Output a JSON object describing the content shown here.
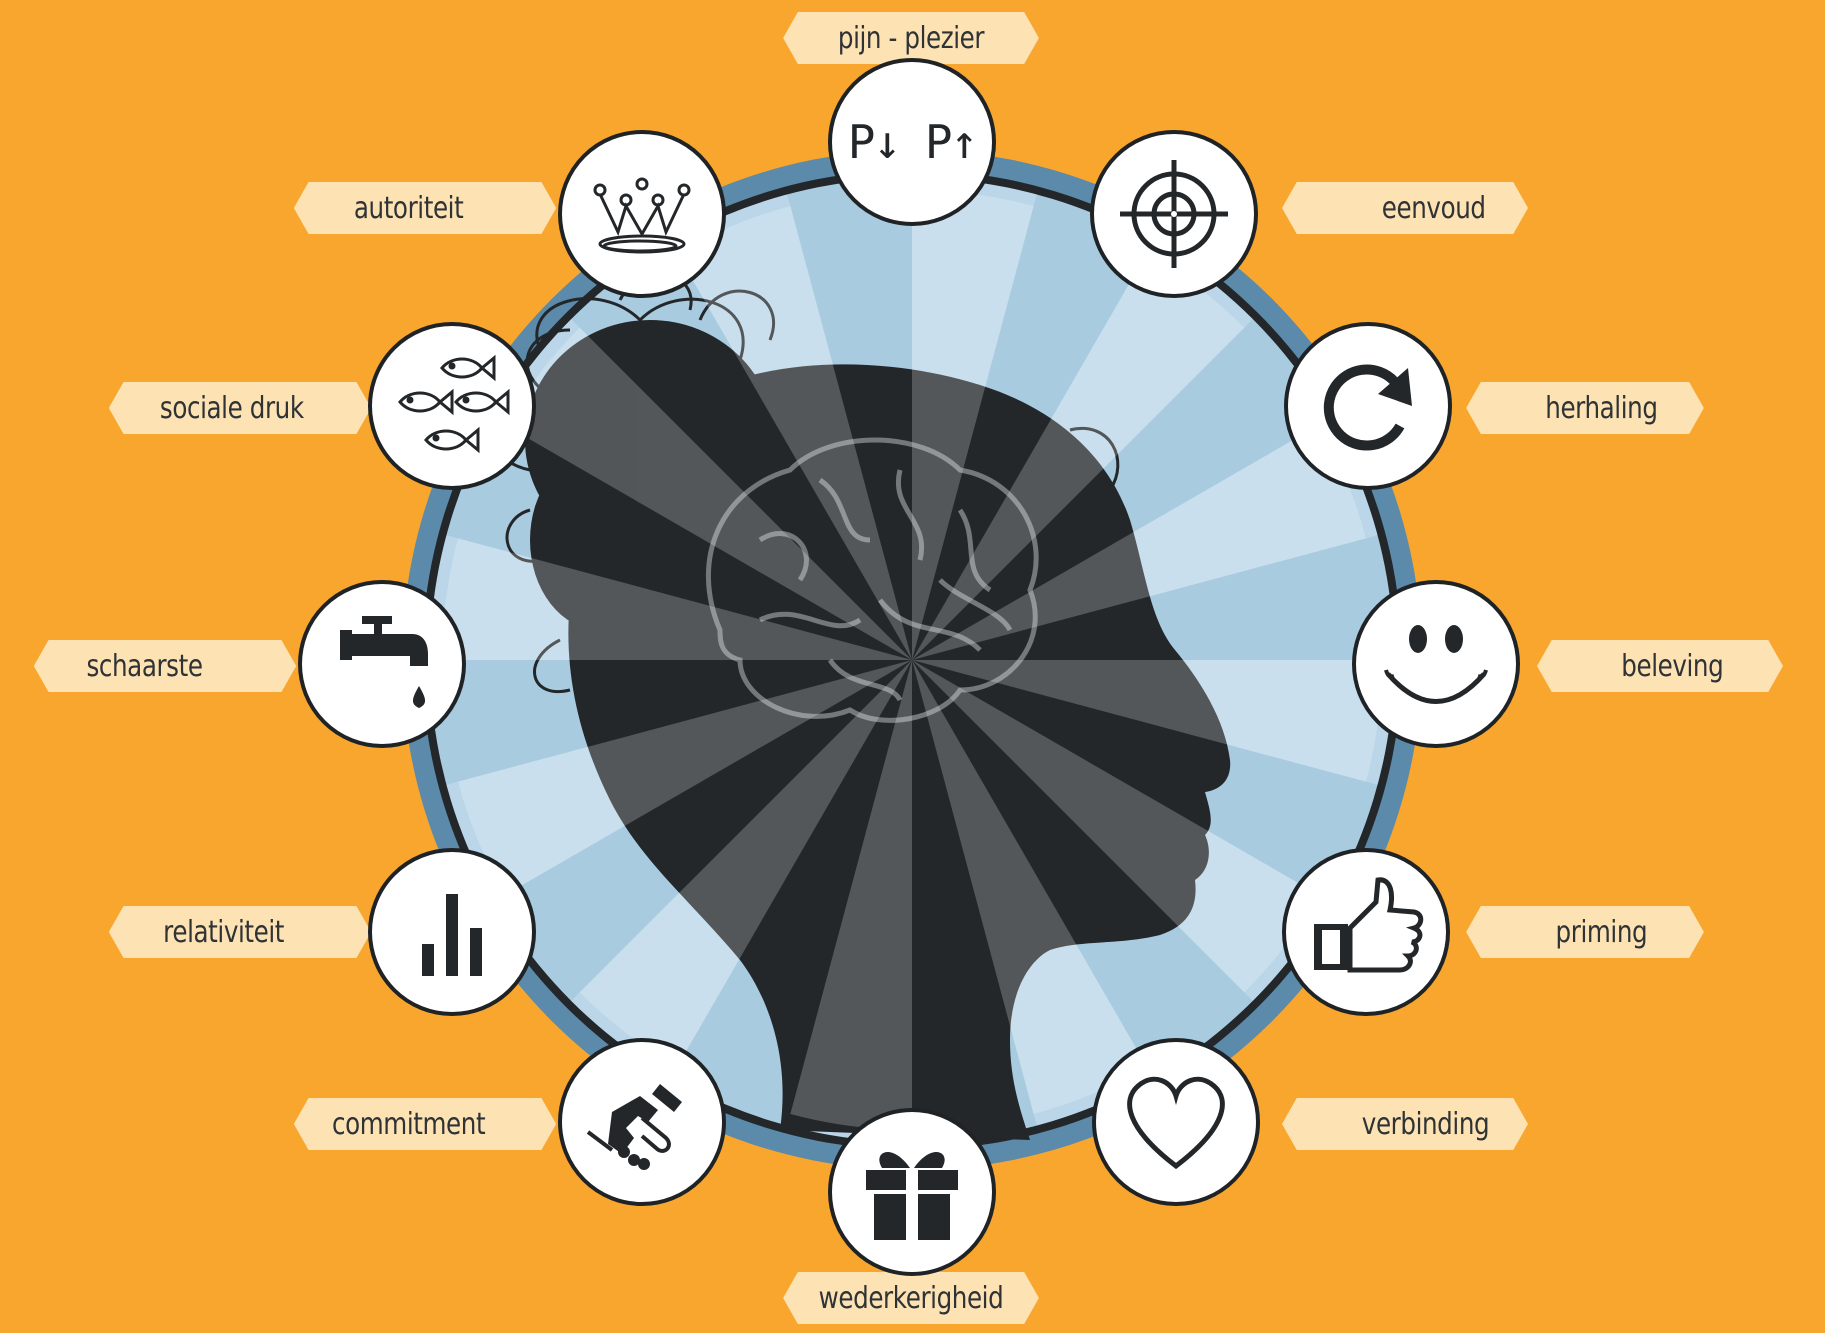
{
  "center": {
    "figure": "head-silhouette-with-brain"
  },
  "colors": {
    "background": "#f8a62e",
    "label_pill": "#fde2b3",
    "ring": "#5b8aaa",
    "disc": "#a9cbe0",
    "silhouette": "#23272a",
    "icon_bg": "#ffffff"
  },
  "principles": [
    {
      "id": "pijn-plezier",
      "label": "pijn - plezier",
      "icon": "pain-pleasure-arrows-icon"
    },
    {
      "id": "eenvoud",
      "label": "eenvoud",
      "icon": "crosshair-icon"
    },
    {
      "id": "herhaling",
      "label": "herhaling",
      "icon": "refresh-icon"
    },
    {
      "id": "beleving",
      "label": "beleving",
      "icon": "smiley-icon"
    },
    {
      "id": "priming",
      "label": "priming",
      "icon": "thumbs-up-icon"
    },
    {
      "id": "verbinding",
      "label": "verbinding",
      "icon": "heart-icon"
    },
    {
      "id": "wederkerigheid",
      "label": "wederkerigheid",
      "icon": "gift-icon"
    },
    {
      "id": "commitment",
      "label": "commitment",
      "icon": "handshake-icon"
    },
    {
      "id": "relativiteit",
      "label": "relativiteit",
      "icon": "bar-chart-icon"
    },
    {
      "id": "schaarste",
      "label": "schaarste",
      "icon": "faucet-drop-icon"
    },
    {
      "id": "sociale-druk",
      "label": "sociale druk",
      "icon": "fish-school-icon"
    },
    {
      "id": "autoriteit",
      "label": "autoriteit",
      "icon": "crown-icon"
    }
  ],
  "icon_text": {
    "pijn_plezier": "P↓ P↑"
  }
}
